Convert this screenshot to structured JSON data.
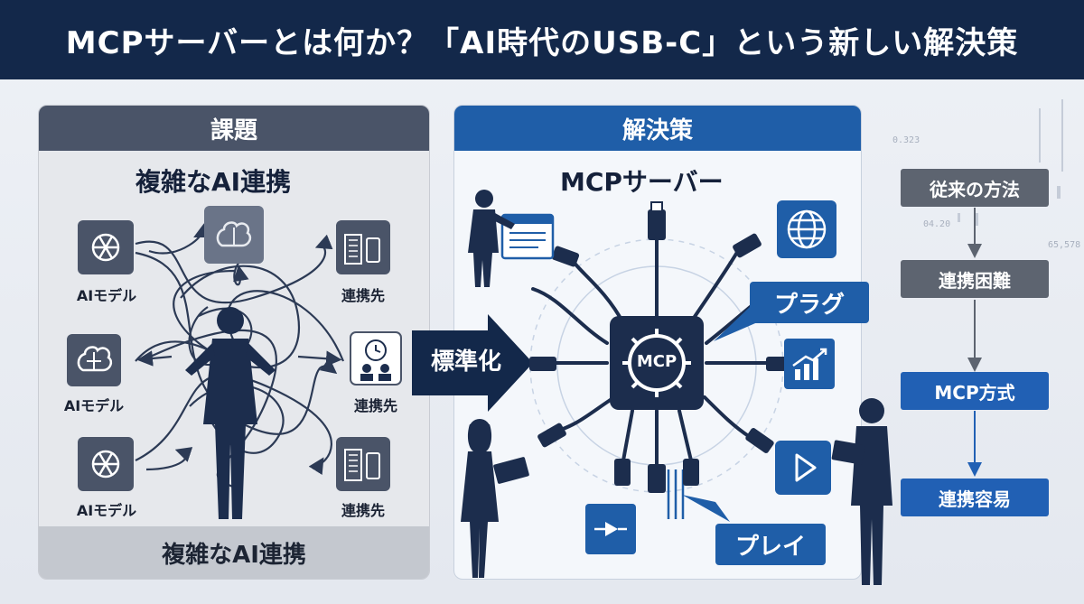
{
  "title": "MCPサーバーとは何か？「AI時代のUSB-C」という新しい解決策",
  "left_panel": {
    "header": "課題",
    "subtitle": "複雑なAI連携",
    "footer": "複雑なAI連携",
    "left_labels": [
      "AIモデル",
      "AIモデル",
      "AIモデル"
    ],
    "right_labels": [
      "連携先",
      "連携先",
      "連携先"
    ]
  },
  "center_arrow": {
    "label": "標準化"
  },
  "right_panel": {
    "header": "解決策",
    "subtitle": "MCPサーバー",
    "hub_label": "MCP",
    "callout_plug": "プラグ",
    "callout_play": "プレイ"
  },
  "flow": {
    "steps": [
      "従来の方法",
      "連携困難",
      "MCP方式",
      "連携容易"
    ]
  },
  "decor_numbers": [
    "0.323",
    "04.20",
    "65,578"
  ],
  "colors": {
    "title_bg": "#13284a",
    "problem_header": "#4a5468",
    "solution_header": "#1f5ea8",
    "dark_navy": "#1c2d4d",
    "flow_gray": "#5d6470",
    "flow_blue": "#2160b4"
  },
  "icons": {
    "ai_model": [
      "openai-logo-icon",
      "brain-icon",
      "openai-logo-icon"
    ],
    "partner": [
      "building-phone-icon",
      "clock-user-icon",
      "server-phone-icon"
    ],
    "solution": [
      "browser-window-icon",
      "globe-icon",
      "bar-chart-icon",
      "play-icon",
      "audio-icon",
      "gear-icon",
      "usb-plug-icon"
    ]
  }
}
